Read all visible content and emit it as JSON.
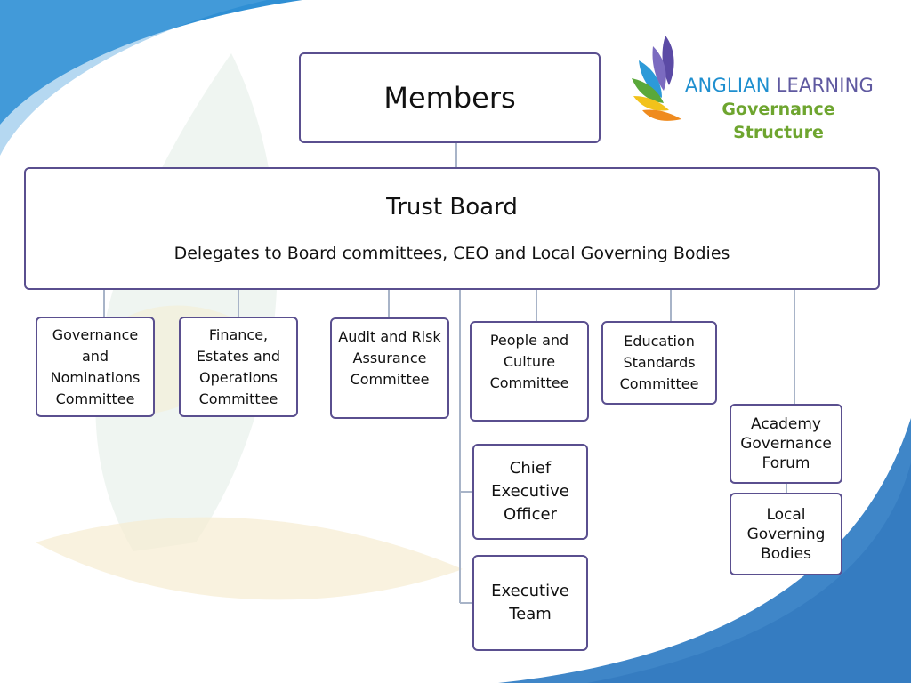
{
  "logo": {
    "brand_first": "ANGLIAN",
    "brand_second": "LEARNING",
    "subtitle_line1": "Governance",
    "subtitle_line2": "Structure"
  },
  "members": {
    "label": "Members"
  },
  "trust_board": {
    "title": "Trust Board",
    "subtitle": "Delegates to Board committees, CEO and Local Governing Bodies"
  },
  "committees": {
    "governance": [
      "Governance",
      "and",
      "Nominations",
      "Committee"
    ],
    "finance": [
      "Finance,",
      "Estates and",
      "Operations",
      "Committee"
    ],
    "audit": [
      "Audit and Risk",
      "Assurance",
      "Committee"
    ],
    "people": [
      "People and",
      "Culture",
      "Committee"
    ],
    "education": [
      "Education",
      "Standards",
      "Committee"
    ]
  },
  "executive": {
    "ceo": [
      "Chief",
      "Executive",
      "Officer"
    ],
    "team": [
      "Executive",
      "Team"
    ]
  },
  "local": {
    "forum": [
      "Academy",
      "Governance",
      "Forum"
    ],
    "bodies": [
      "Local",
      "Governing",
      "Bodies"
    ]
  }
}
